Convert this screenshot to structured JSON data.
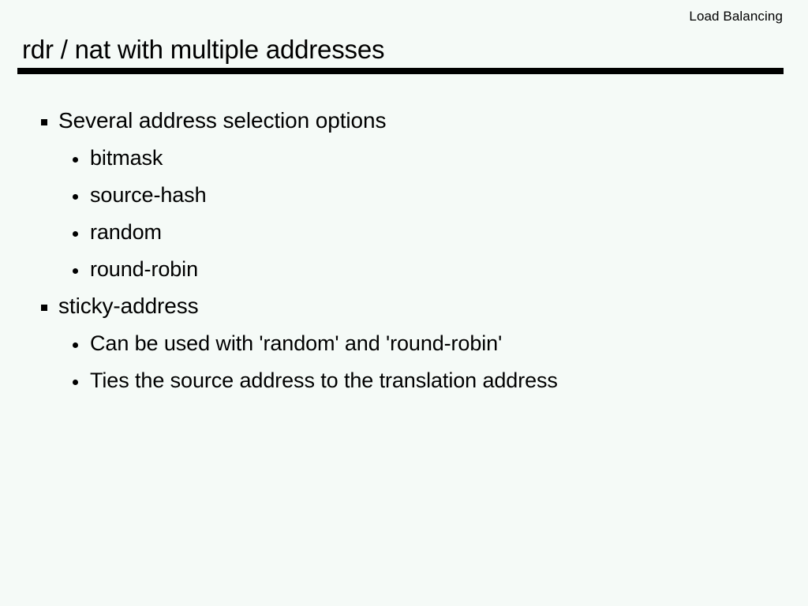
{
  "slide": {
    "header": "Load Balancing",
    "title": "rdr / nat with multiple addresses",
    "accent_color": "#000000",
    "background_color": "#f5faf7",
    "text_color": "#000000",
    "bullets": [
      {
        "level": 1,
        "marker": "square-bullet",
        "text": "Several address selection options"
      },
      {
        "level": 2,
        "marker": "dot-bullet",
        "text": "bitmask"
      },
      {
        "level": 2,
        "marker": "dot-bullet",
        "text": "source-hash"
      },
      {
        "level": 2,
        "marker": "dot-bullet",
        "text": "random"
      },
      {
        "level": 2,
        "marker": "dot-bullet",
        "text": "round-robin"
      },
      {
        "level": 1,
        "marker": "square-bullet",
        "text": "sticky-address"
      },
      {
        "level": 2,
        "marker": "dot-bullet",
        "text": "Can be used with 'random' and 'round-robin'"
      },
      {
        "level": 2,
        "marker": "dot-bullet",
        "text": "Ties the source address to the translation address"
      }
    ]
  }
}
